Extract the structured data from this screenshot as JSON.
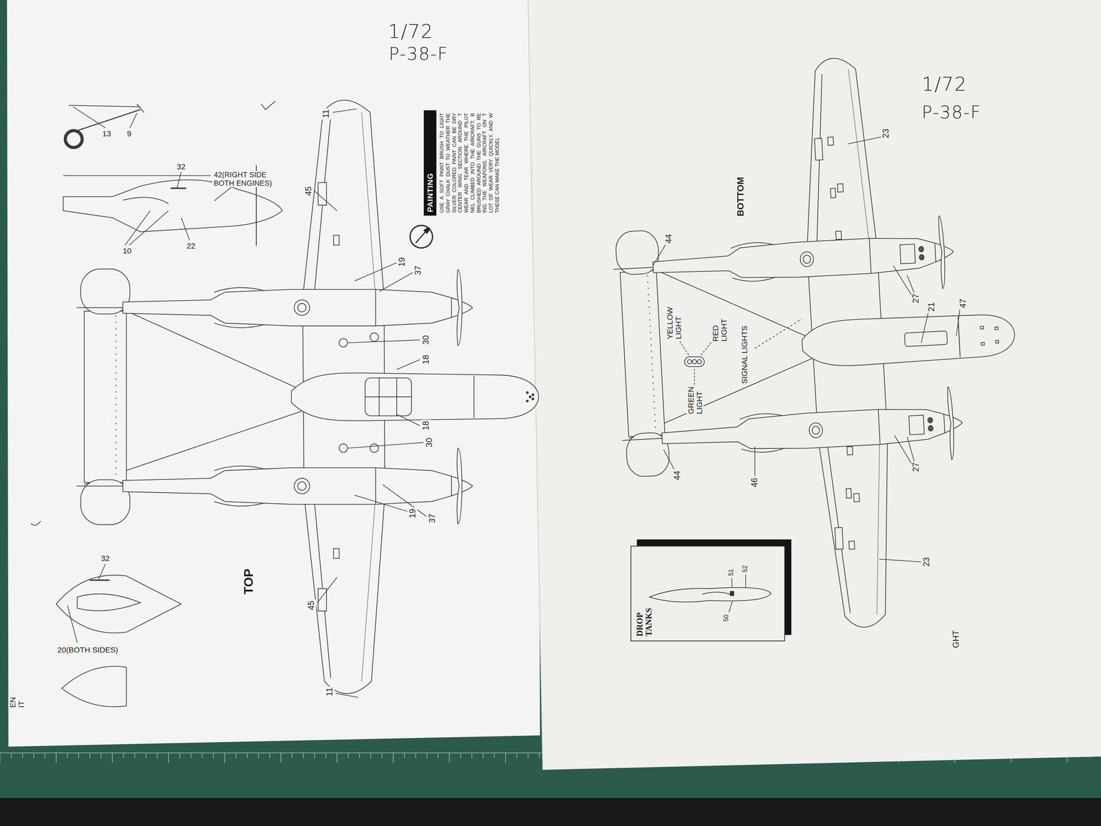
{
  "diagram": {
    "nodes": [
      {
        "text": [
          "PAINTING",
          "USE A SOFT PAINT BRUSH TO LIGHT GRAY CHALK DUST TO WEATHER THE SILVER COLORED PAINT CAN BE DRY CENTER WING SECTION AROUND T WEAR AND TEAR WHERE THE PILOT NEL CLIMBED INTO THE AIRCRAFT. B BRUSHED AROUND THE GUNS TO RE ING THE WEAPONS. AIRCRAFT ON T LOT OF WEAR VERY QUICKLY, AND W THESE CAN MAKE THE MODEL"
        ]
      },
      {
        "text": [
          "DROP TANKS"
        ]
      }
    ],
    "labels": [
      "1/72",
      "P-38-F",
      "13",
      "9",
      "32",
      "42(RIGHT SIDE BOTH ENGINES)",
      "10",
      "22",
      "11",
      "45",
      "19",
      "37",
      "30",
      "18",
      "18",
      "30",
      "37",
      "19",
      "45",
      "11",
      "TOP",
      "32",
      "20(BOTH SIDES)",
      "EN IT",
      "1/72",
      "P-38-F",
      "23",
      "BOTTOM",
      "44",
      "27",
      "21",
      "47",
      "YELLOW LIGHT",
      "RED LIGHT",
      "SIGNAL LIGHTS",
      "GREEN LIGHT",
      "46",
      "44",
      "27",
      "23",
      "50",
      "51",
      "52",
      "GHT"
    ]
  }
}
